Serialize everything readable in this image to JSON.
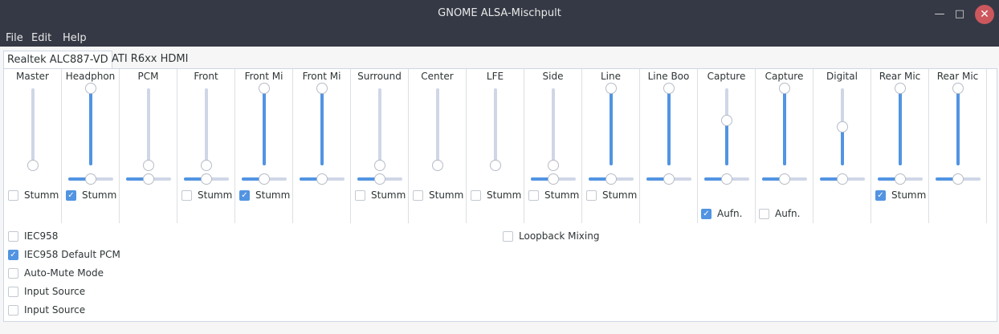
{
  "window": {
    "title": "GNOME ALSA-Mischpult"
  },
  "menu": [
    "File",
    "Edit",
    "Help"
  ],
  "tabs": [
    {
      "label": "Realtek ALC887-VD",
      "active": true
    },
    {
      "label": "ATI R6xx HDMI",
      "active": false
    }
  ],
  "channels": [
    {
      "label": "Master",
      "level": 1.0,
      "balance": null,
      "mute": false,
      "capture": null
    },
    {
      "label": "Headphon",
      "level": 0.0,
      "balance": 0.5,
      "mute": true,
      "capture": null
    },
    {
      "label": "PCM",
      "level": 1.0,
      "balance": 0.5,
      "mute": null,
      "capture": null
    },
    {
      "label": "Front",
      "level": 1.0,
      "balance": 0.5,
      "mute": false,
      "capture": null
    },
    {
      "label": "Front Mi",
      "level": 0.0,
      "balance": 0.5,
      "mute": true,
      "capture": null
    },
    {
      "label": "Front Mi",
      "level": 0.0,
      "balance": 0.5,
      "mute": null,
      "capture": null
    },
    {
      "label": "Surround",
      "level": 1.0,
      "balance": 0.5,
      "mute": false,
      "capture": null
    },
    {
      "label": "Center",
      "level": 1.0,
      "balance": null,
      "mute": false,
      "capture": null
    },
    {
      "label": "LFE",
      "level": 1.0,
      "balance": null,
      "mute": false,
      "capture": null
    },
    {
      "label": "Side",
      "level": 1.0,
      "balance": 0.5,
      "mute": false,
      "capture": null
    },
    {
      "label": "Line",
      "level": 0.0,
      "balance": 0.5,
      "mute": false,
      "capture": null
    },
    {
      "label": "Line Boo",
      "level": 0.0,
      "balance": 0.5,
      "mute": null,
      "capture": null
    },
    {
      "label": "Capture",
      "level": 0.42,
      "balance": 0.5,
      "mute": null,
      "capture": true
    },
    {
      "label": "Capture",
      "level": 0.0,
      "balance": 0.5,
      "mute": null,
      "capture": false
    },
    {
      "label": "Digital",
      "level": 0.5,
      "balance": 0.5,
      "mute": null,
      "capture": null
    },
    {
      "label": "Rear Mic",
      "level": 0.0,
      "balance": 0.5,
      "mute": true,
      "capture": null
    },
    {
      "label": "Rear Mic",
      "level": 0.0,
      "balance": 0.5,
      "mute": null,
      "capture": null
    }
  ],
  "labels": {
    "mute": "Stumm",
    "capture": "Aufn."
  },
  "switches_left": [
    {
      "label": "IEC958",
      "checked": false
    },
    {
      "label": "IEC958 Default PCM",
      "checked": true
    },
    {
      "label": "Auto-Mute Mode",
      "checked": false
    },
    {
      "label": "Input Source",
      "checked": false
    },
    {
      "label": "Input Source",
      "checked": false
    }
  ],
  "switches_right": [
    {
      "label": "Loopback Mixing",
      "checked": false
    }
  ],
  "colors": {
    "accent": "#5294e2",
    "titlebar": "#353945",
    "close": "#cc575d"
  }
}
